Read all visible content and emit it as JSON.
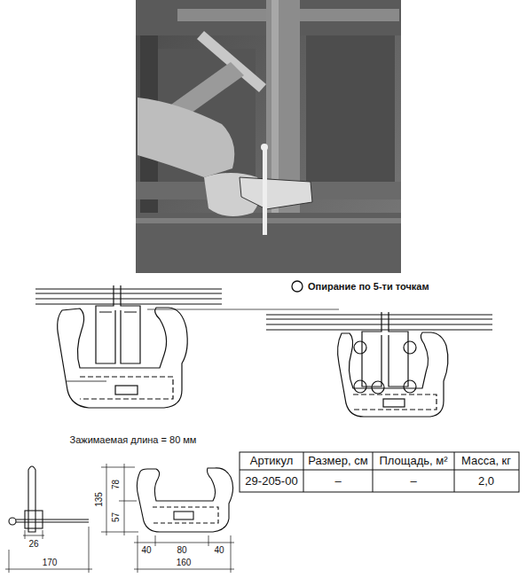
{
  "diagram": {
    "labels": [
      "Зажимаемая длина = 80 мм",
      "26",
      "170",
      "135",
      "78",
      "57",
      "40",
      "80",
      "40",
      "160",
      "Артикул",
      "Размер, см",
      "Площадь, м²",
      "Масса, кг",
      "29-205-00",
      "–",
      "–",
      "2,0"
    ],
    "legend": [
      {
        "text": "Опирание по 5-ти точкам"
      }
    ]
  }
}
